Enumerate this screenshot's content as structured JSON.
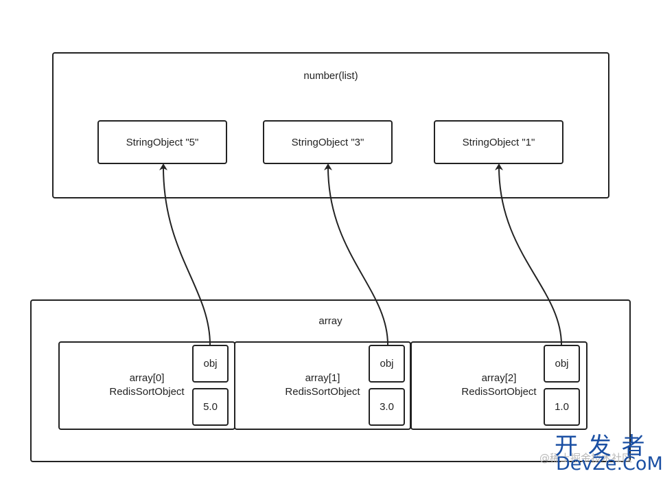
{
  "list_container": {
    "title": "number(list)"
  },
  "string_objects": [
    {
      "label": "StringObject \"5\""
    },
    {
      "label": "StringObject \"3\""
    },
    {
      "label": "StringObject \"1\""
    }
  ],
  "array_container": {
    "title": "array"
  },
  "array_items": [
    {
      "index_label": "array[0]",
      "type_label": "RedisSortObject",
      "obj_label": "obj",
      "score": "5.0"
    },
    {
      "index_label": "array[1]",
      "type_label": "RedisSortObject",
      "obj_label": "obj",
      "score": "3.0"
    },
    {
      "index_label": "array[2]",
      "type_label": "RedisSortObject",
      "obj_label": "obj",
      "score": "1.0"
    }
  ],
  "watermark": {
    "handle": "@稀土掘金技术社区",
    "cn": "开 发 者",
    "en": "DevZe.CoM"
  },
  "colors": {
    "stroke": "#222222",
    "watermark": "#1a4fa3"
  }
}
